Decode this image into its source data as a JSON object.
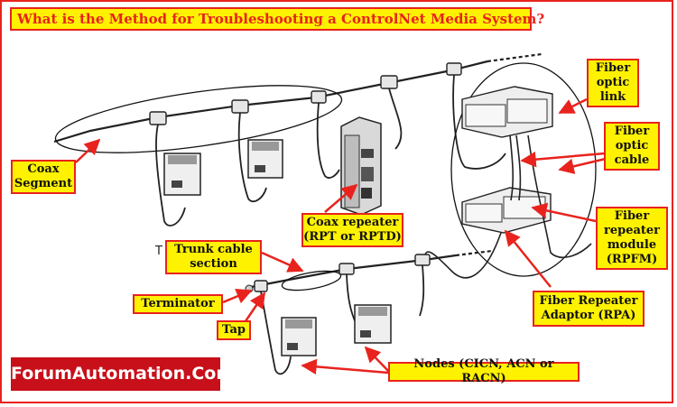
{
  "title": "What is the Method for Troubleshooting a ControlNet Media System?",
  "labels": {
    "coax_segment": "Coax Segment",
    "coax_repeater": "Coax repeater (RPT or RPTD)",
    "trunk_cable_section": "Trunk cable section",
    "terminator": "Terminator",
    "tap": "Tap",
    "nodes": "Nodes (CICN, ACN or RACN)",
    "fiber_optic_link": "Fiber optic link",
    "fiber_optic_cable": "Fiber optic cable",
    "fiber_repeater_module": "Fiber repeater module (RPFM)",
    "fiber_repeater_adaptor": "Fiber Repeater Adaptor (RPA)"
  },
  "brand": "ForumAutomation.Com",
  "stray_text": "T",
  "colors": {
    "accent": "#e8231d",
    "label_bg": "#fff200",
    "brand_bg": "#c7101a"
  }
}
